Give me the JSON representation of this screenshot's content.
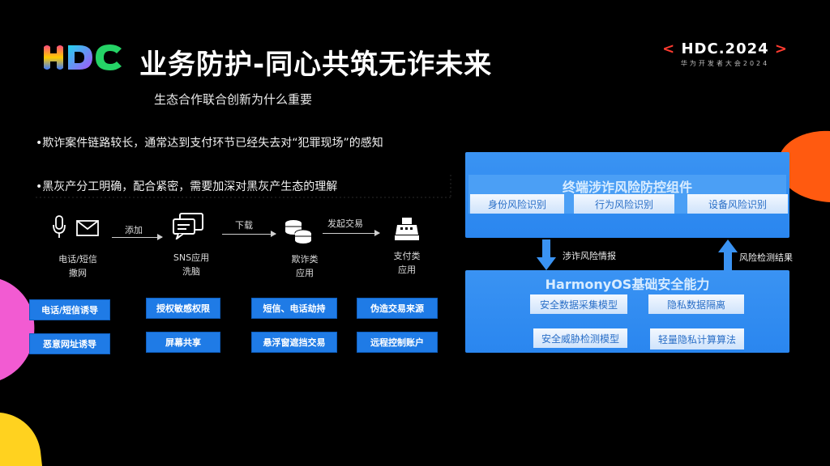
{
  "header": {
    "title": "业务防护-同心共筑无诈未来",
    "subtitle": "生态合作联合创新为什么重要",
    "event_brand": "HDC.2024",
    "event_sub": "华为开发者大会2024"
  },
  "bullets": [
    "•欺诈案件链路较长，通常达到支付环节已经失去对“犯罪现场”的感知",
    "•黑灰产分工明确，配合紧密，需要加深对黑灰产生态的理解"
  ],
  "flow": {
    "stage1_line1": "电话/短信",
    "stage1_line2": "撒网",
    "stage2_line1": "SNS应用",
    "stage2_line2": "洗脑",
    "stage3_line1": "欺诈类",
    "stage3_line2": "应用",
    "stage4_line1": "支付类",
    "stage4_line2": "应用",
    "arrow1": "添加",
    "arrow2": "下载",
    "arrow3": "发起交易",
    "tags": {
      "c1r1": "电话/短信诱导",
      "c1r2": "恶意网址诱导",
      "c2r1": "授权敏感权限",
      "c2r2": "屏幕共享",
      "c3r1": "短信、电话劫持",
      "c3r2": "悬浮窗遮挡交易",
      "c4r1": "伪造交易来源",
      "c4r2": "远程控制账户"
    }
  },
  "right": {
    "top_title": "终端涉诈风险防控组件",
    "top_items": [
      "身份风险识别",
      "行为风险识别",
      "设备风险识别"
    ],
    "down_arrow_label": "涉诈风险情报",
    "up_arrow_label": "风险检测结果",
    "bottom_title": "HarmonyOS基础安全能力",
    "bottom_items": [
      "安全数据采集模型",
      "隐私数据隔离",
      "安全威胁检测模型",
      "轻量隐私计算算法"
    ]
  },
  "colors": {
    "background": "#000000",
    "tag_blue": "#1f7be6",
    "panel_blue": "#2a86ef",
    "accent_red": "#ff3b30"
  }
}
